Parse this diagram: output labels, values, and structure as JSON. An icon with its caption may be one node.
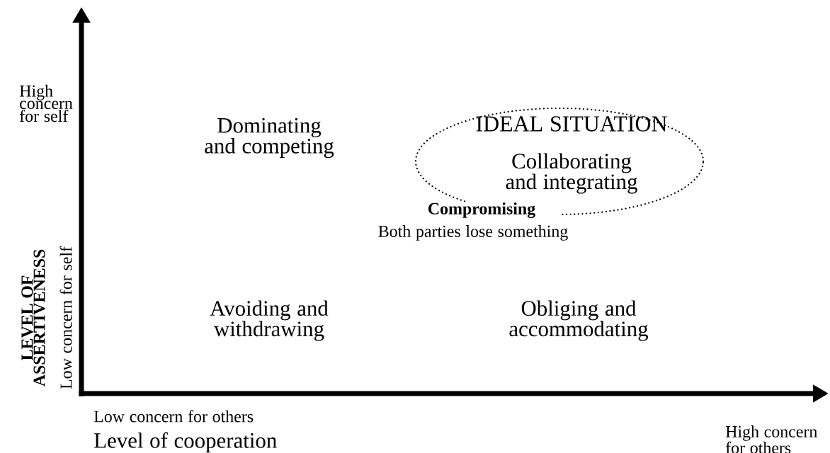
{
  "diagram": {
    "nodes": [
      {
        "text": [
          "IDEAL SITUATION",
          "Collaborating and integrating"
        ]
      }
    ],
    "labels": [
      "High concern for self",
      "Dominating and competing",
      "Compromising",
      "Both parties lose something",
      "LEVEL OF ASSERTIVENESS",
      "Low concern for self",
      "Avoiding and withdrawing",
      "Obliging and accommodating",
      "Low concern for others",
      "High concern for others",
      "Level of cooperation"
    ]
  }
}
